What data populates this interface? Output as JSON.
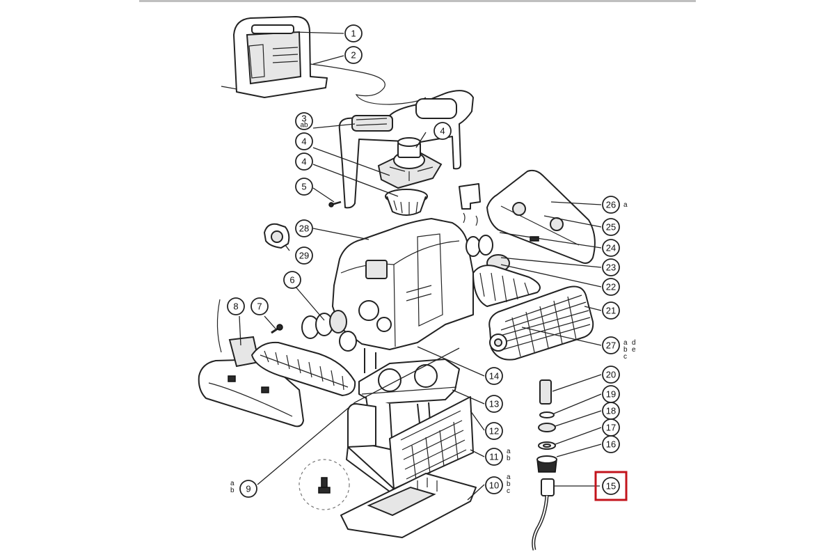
{
  "diagram": {
    "highlight_color": "#c3141c",
    "callouts": [
      {
        "id": "c1",
        "number": "1",
        "suffix": ""
      },
      {
        "id": "c2",
        "number": "2",
        "suffix": ""
      },
      {
        "id": "c3",
        "number": "3",
        "suffix": "ab"
      },
      {
        "id": "c4a",
        "number": "4",
        "suffix": ""
      },
      {
        "id": "c4b",
        "number": "4",
        "suffix": ""
      },
      {
        "id": "c4c",
        "number": "4",
        "suffix": ""
      },
      {
        "id": "c5",
        "number": "5",
        "suffix": ""
      },
      {
        "id": "c6",
        "number": "6",
        "suffix": ""
      },
      {
        "id": "c7",
        "number": "7",
        "suffix": ""
      },
      {
        "id": "c8",
        "number": "8",
        "suffix": ""
      },
      {
        "id": "c9",
        "number": "9",
        "suffix": "a b"
      },
      {
        "id": "c10",
        "number": "10",
        "suffix": "a b c"
      },
      {
        "id": "c11",
        "number": "11",
        "suffix": "a b"
      },
      {
        "id": "c12",
        "number": "12",
        "suffix": ""
      },
      {
        "id": "c13",
        "number": "13",
        "suffix": ""
      },
      {
        "id": "c14",
        "number": "14",
        "suffix": ""
      },
      {
        "id": "c15",
        "number": "15",
        "suffix": "",
        "highlighted": true
      },
      {
        "id": "c16",
        "number": "16",
        "suffix": ""
      },
      {
        "id": "c17",
        "number": "17",
        "suffix": ""
      },
      {
        "id": "c18",
        "number": "18",
        "suffix": ""
      },
      {
        "id": "c19",
        "number": "19",
        "suffix": ""
      },
      {
        "id": "c20",
        "number": "20",
        "suffix": ""
      },
      {
        "id": "c21",
        "number": "21",
        "suffix": ""
      },
      {
        "id": "c22",
        "number": "22",
        "suffix": ""
      },
      {
        "id": "c23",
        "number": "23",
        "suffix": ""
      },
      {
        "id": "c24",
        "number": "24",
        "suffix": ""
      },
      {
        "id": "c25",
        "number": "25",
        "suffix": ""
      },
      {
        "id": "c26",
        "number": "26",
        "suffix": "a"
      },
      {
        "id": "c27",
        "number": "27",
        "suffix": "a d b e c"
      },
      {
        "id": "c28",
        "number": "28",
        "suffix": ""
      },
      {
        "id": "c29",
        "number": "29",
        "suffix": ""
      }
    ]
  }
}
